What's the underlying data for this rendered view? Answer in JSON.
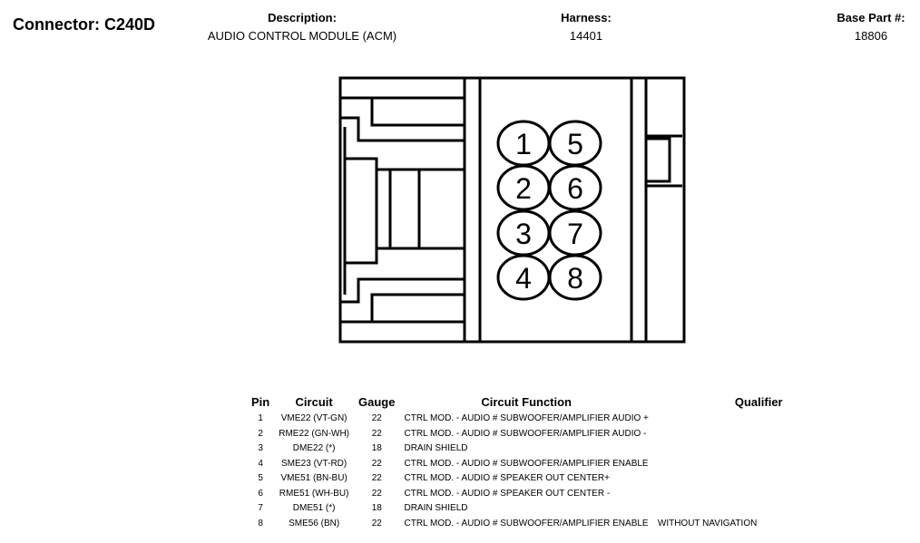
{
  "connector_title": "Connector: C240D",
  "description": {
    "label": "Description:",
    "value": "AUDIO CONTROL MODULE (ACM)"
  },
  "harness": {
    "label": "Harness:",
    "value": "14401"
  },
  "base_part": {
    "label": "Base Part #:",
    "value": "18806"
  },
  "pin_labels": [
    "1",
    "2",
    "3",
    "4",
    "5",
    "6",
    "7",
    "8"
  ],
  "table": {
    "headers": {
      "pin": "Pin",
      "circuit": "Circuit",
      "gauge": "Gauge",
      "function": "Circuit Function",
      "qualifier": "Qualifier"
    },
    "rows": [
      {
        "pin": "1",
        "circuit": "VME22 (VT-GN)",
        "gauge": "22",
        "function": "CTRL MOD. - AUDIO # SUBWOOFER/AMPLIFIER AUDIO +",
        "qualifier": ""
      },
      {
        "pin": "2",
        "circuit": "RME22 (GN-WH)",
        "gauge": "22",
        "function": "CTRL MOD. - AUDIO # SUBWOOFER/AMPLIFIER AUDIO -",
        "qualifier": ""
      },
      {
        "pin": "3",
        "circuit": "DME22 (*)",
        "gauge": "18",
        "function": "DRAIN SHIELD",
        "qualifier": ""
      },
      {
        "pin": "4",
        "circuit": "SME23 (VT-RD)",
        "gauge": "22",
        "function": "CTRL MOD. - AUDIO # SUBWOOFER/AMPLIFIER ENABLE",
        "qualifier": ""
      },
      {
        "pin": "5",
        "circuit": "VME51 (BN-BU)",
        "gauge": "22",
        "function": "CTRL MOD. - AUDIO # SPEAKER OUT CENTER+",
        "qualifier": ""
      },
      {
        "pin": "6",
        "circuit": "RME51 (WH-BU)",
        "gauge": "22",
        "function": "CTRL MOD. - AUDIO # SPEAKER OUT CENTER -",
        "qualifier": ""
      },
      {
        "pin": "7",
        "circuit": "DME51 (*)",
        "gauge": "18",
        "function": "DRAIN SHIELD",
        "qualifier": ""
      },
      {
        "pin": "8",
        "circuit": "SME56 (BN)",
        "gauge": "22",
        "function": "CTRL MOD. - AUDIO # SUBWOOFER/AMPLIFIER ENABLE",
        "qualifier": "WITHOUT NAVIGATION"
      }
    ]
  }
}
